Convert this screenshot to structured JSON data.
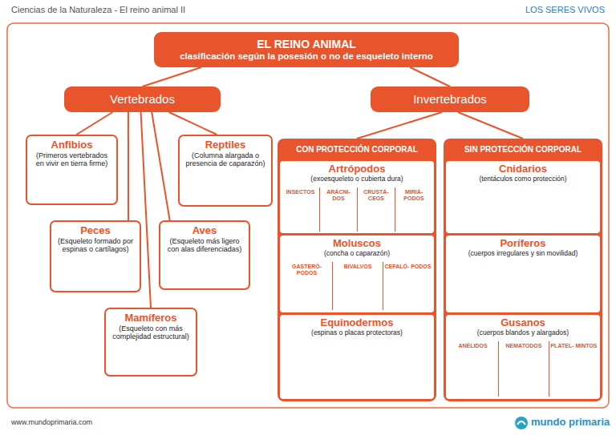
{
  "diagram": {
    "nodes": [
      {
        "text": [
          "EL REINO ANIMAL",
          "clasificación según la posesión o no de esqueleto interno"
        ]
      },
      {
        "text": [
          "Vertebrados"
        ]
      },
      {
        "text": [
          "Invertebrados"
        ]
      },
      {
        "text": [
          "Anfibios",
          "(Primeros vertebrados en vivir en tierra firme)"
        ]
      },
      {
        "text": [
          "Reptiles",
          "(Columna alargada o presencia de caparazón)"
        ]
      },
      {
        "text": [
          "Peces",
          "(Esqueleto formado por espinas o cartílagos)"
        ]
      },
      {
        "text": [
          "Aves",
          "(Esqueleto más ligero con alas diferenciadas)"
        ]
      },
      {
        "text": [
          "Mamíferos",
          "(Esqueleto con más complejidad estructural)"
        ]
      },
      {
        "text": [
          "CON PROTECCIÓN CORPORAL"
        ]
      },
      {
        "text": [
          "Artrópodos",
          "(exoesqueleto o cubierta dura)"
        ],
        "in": 8
      },
      {
        "text": [
          "INSECTOS"
        ],
        "in": 9
      },
      {
        "text": [
          "ARÁCNI- DOS"
        ],
        "in": 9
      },
      {
        "text": [
          "CRUSTÁ- CEOS"
        ],
        "in": 9
      },
      {
        "text": [
          "MIRIÁ- PODOS"
        ],
        "in": 9
      },
      {
        "text": [
          "Moluscos",
          "(concha o caparazón)"
        ],
        "in": 8
      },
      {
        "text": [
          "GASTERÓ- PODOS"
        ],
        "in": 14
      },
      {
        "text": [
          "BIVALVOS"
        ],
        "in": 14
      },
      {
        "text": [
          "CEFALÓ- PODOS"
        ],
        "in": 14
      },
      {
        "text": [
          "Equinodermos",
          "(espinas o placas protectoras)"
        ],
        "in": 8
      },
      {
        "text": [
          "SIN PROTECCIÓN CORPORAL"
        ]
      },
      {
        "text": [
          "Cnidarios",
          "(tentáculos como protección)"
        ],
        "in": 19
      },
      {
        "text": [
          "Poríferos",
          "(cuerpos irregulares y sin movilidad)"
        ],
        "in": 19
      },
      {
        "text": [
          "Gusanos",
          "(cuerpos blandos y alargados)"
        ],
        "in": 19
      },
      {
        "text": [
          "ANÉLIDOS"
        ],
        "in": 22
      },
      {
        "text": [
          "NEMATODOS"
        ],
        "in": 22
      },
      {
        "text": [
          "PLATEL- MINTOS"
        ],
        "in": 22
      }
    ],
    "edges": [
      {
        "from": 0,
        "to": 1,
        "arrow": "none"
      },
      {
        "from": 0,
        "to": 2,
        "arrow": "none"
      },
      {
        "from": 1,
        "to": 3,
        "arrow": "none"
      },
      {
        "from": 1,
        "to": 4,
        "arrow": "none"
      },
      {
        "from": 1,
        "to": 5,
        "arrow": "none"
      },
      {
        "from": 1,
        "to": 6,
        "arrow": "none"
      },
      {
        "from": 1,
        "to": 7,
        "arrow": "none"
      },
      {
        "from": 2,
        "to": 8,
        "arrow": "none"
      },
      {
        "from": 2,
        "to": 19,
        "arrow": "none"
      }
    ],
    "labels": [
      "Ciencias de la Naturaleza - El reino animal II",
      "LOS SERES VIVOS",
      "www.mundoprimaria.com",
      "mundo primaria"
    ]
  }
}
